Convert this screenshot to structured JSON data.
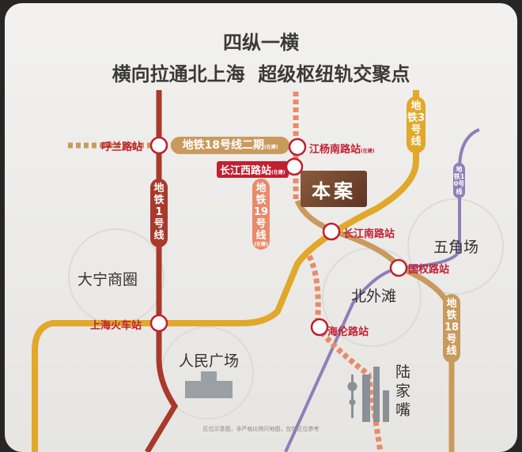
{
  "title_line1": "四纵一横",
  "title_line2": "横向拉通北上海  超级枢纽轨交聚点",
  "project_label": "本案",
  "stations": {
    "hulan": "呼兰路站",
    "jiangyangnan": "江杨南路站",
    "jiangyangnan_tag": "(在建)",
    "changjiangxi": "长江西路站",
    "changjiangxi_tag": "(在建)",
    "changjiangnan": "长江南路站",
    "guoquan": "国权路站",
    "shanghai_rail": "上海火车站",
    "hailun": "海伦路站"
  },
  "lines": {
    "line18_phase2": "地铁18号线二期",
    "line18_phase2_tag": "(在建)",
    "line1": "地铁1号线",
    "line3": "地铁3号线",
    "line10": "地铁10号线",
    "line19": "地铁19号线",
    "line19_tag": "(在建)",
    "line18": "地铁18号线"
  },
  "areas": {
    "daning": "大宁商圈",
    "renmin": "人民广场",
    "beiwaitan": "北外滩",
    "wujiaochang": "五角场",
    "lujiazui": "陆家嘴"
  },
  "footnote": "区位示意图，非严格比例尺地图，仅供区位参考",
  "colors": {
    "line1": "#a8392b",
    "line3": "#e2a82a",
    "line10": "#8f7fb8",
    "line18": "#c99a5e",
    "line19": "#e98a6a",
    "station": "#c21f30"
  }
}
